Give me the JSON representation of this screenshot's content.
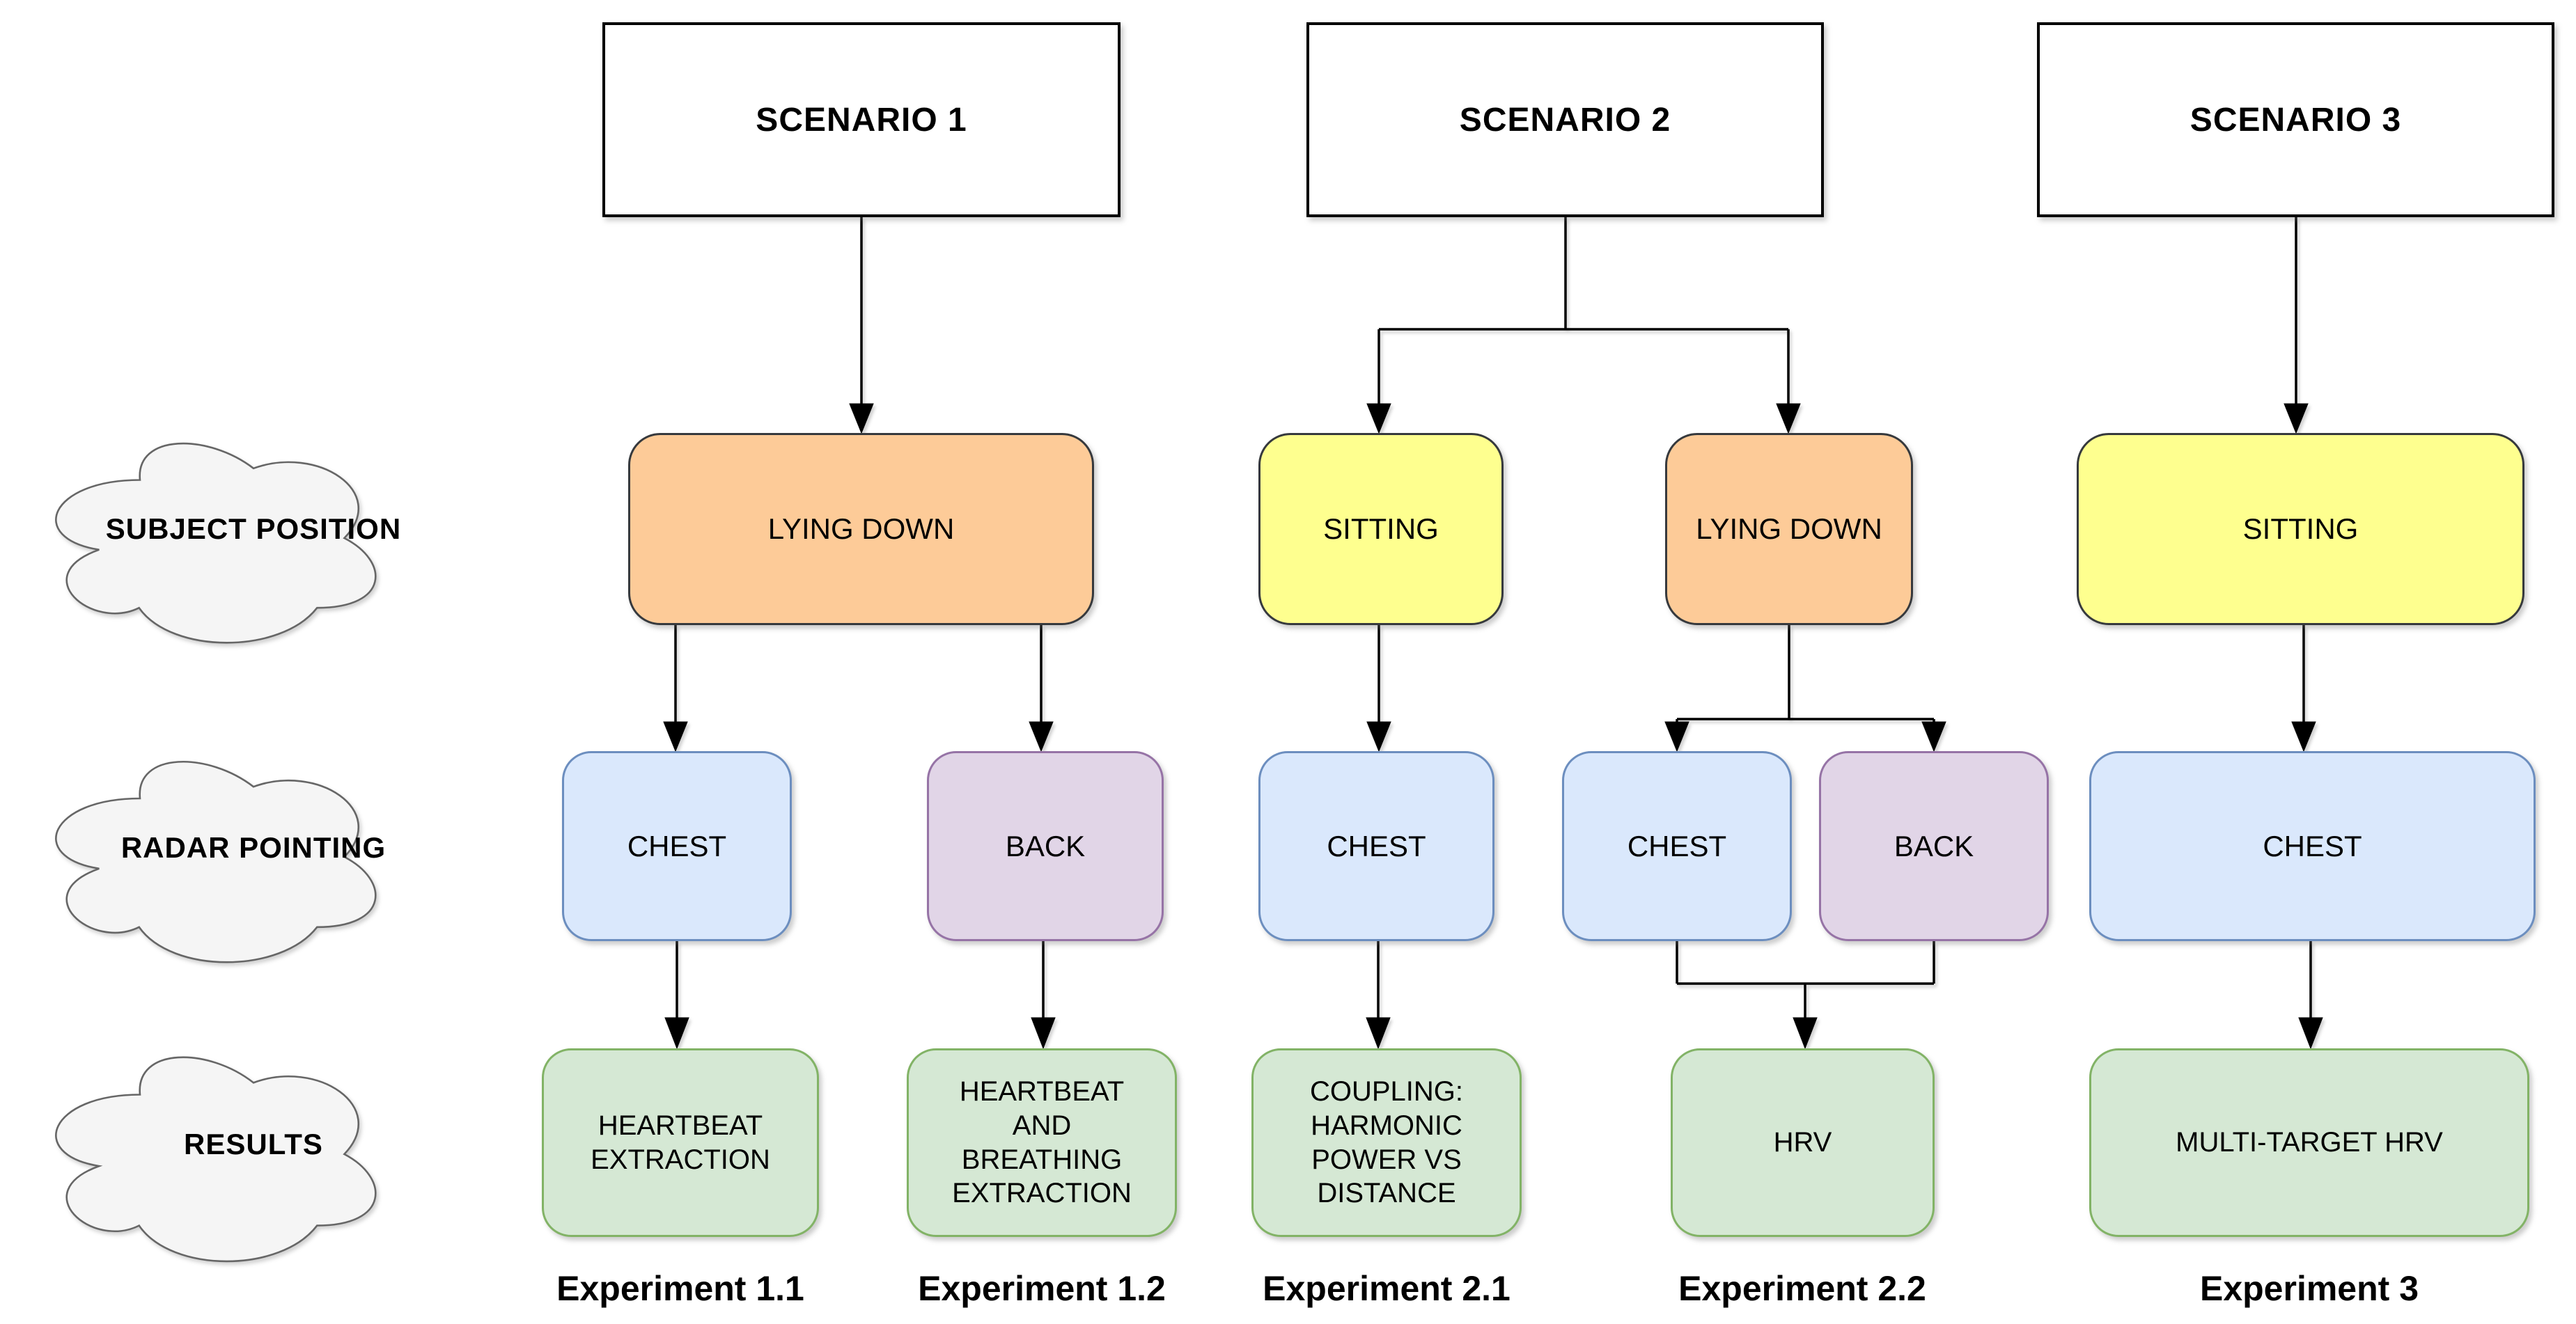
{
  "diagram_title": "Experiment scenarios flowchart",
  "colors": {
    "background": "#ffffff",
    "header_fill": "#ffffff",
    "header_border": "#000000",
    "lying_down_fill": "#fdcb98",
    "sitting_fill": "#feff8f",
    "position_border": "#36393d",
    "chest_fill": "#dae8fc",
    "chest_border": "#6c8ebf",
    "back_fill": "#e1d5e7",
    "back_border": "#9673a6",
    "result_fill": "#d5e8d4",
    "result_border": "#82b366",
    "cloud_fill": "#f5f5f5",
    "cloud_border": "#666666",
    "edge_color": "#000000",
    "text_color": "#000000"
  },
  "headers": [
    {
      "label": "SCENARIO 1"
    },
    {
      "label": "SCENARIO 2"
    },
    {
      "label": "SCENARIO 3"
    }
  ],
  "clouds": [
    {
      "label": "SUBJECT POSITION"
    },
    {
      "label": "RADAR POINTING"
    },
    {
      "label": "RESULTS"
    }
  ],
  "positions": [
    {
      "label": "LYING DOWN"
    },
    {
      "label": "SITTING"
    },
    {
      "label": "LYING DOWN"
    },
    {
      "label": "SITTING"
    }
  ],
  "radars": [
    {
      "label": "CHEST"
    },
    {
      "label": "BACK"
    },
    {
      "label": "CHEST"
    },
    {
      "label": "CHEST"
    },
    {
      "label": "BACK"
    },
    {
      "label": "CHEST"
    }
  ],
  "results": [
    {
      "label": "HEARTBEAT EXTRACTION"
    },
    {
      "label": "HEARTBEAT AND BREATHING EXTRACTION"
    },
    {
      "label": "COUPLING: HARMONIC POWER VS DISTANCE"
    },
    {
      "label": "HRV"
    },
    {
      "label": "MULTI-TARGET HRV"
    }
  ],
  "experiments": [
    {
      "label": "Experiment 1.1"
    },
    {
      "label": "Experiment 1.2"
    },
    {
      "label": "Experiment 2.1"
    },
    {
      "label": "Experiment 2.2"
    },
    {
      "label": "Experiment 3"
    }
  ]
}
